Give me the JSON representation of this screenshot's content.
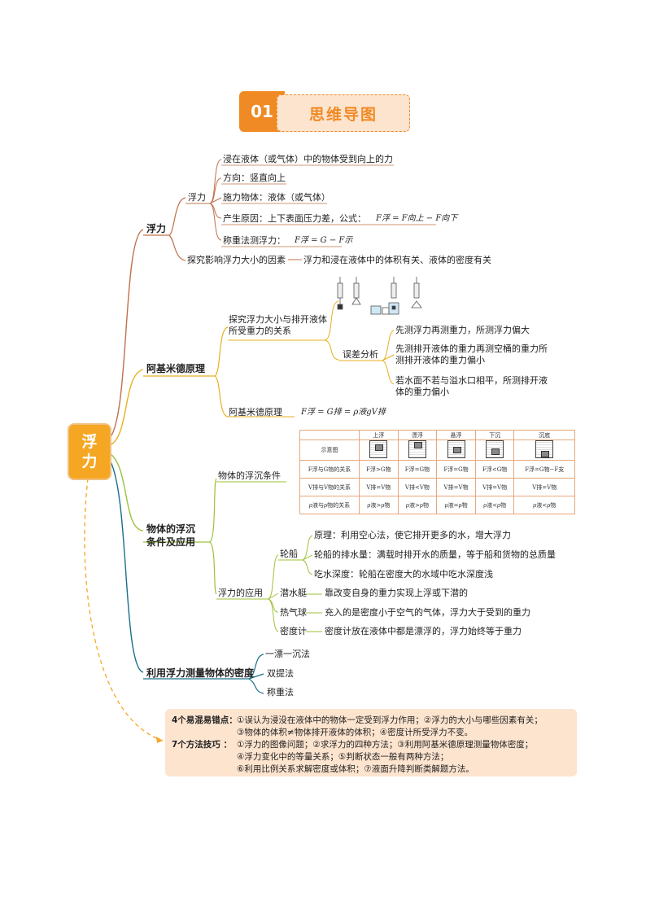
{
  "header": {
    "number": "01",
    "title": "思维导图"
  },
  "root": {
    "line1": "浮",
    "line2": "力"
  },
  "branch1": {
    "label": "浮力",
    "sub_label": "浮力",
    "items": [
      "浸在液体（或气体）中的物体受到向上的力",
      "方向：竖直向上",
      "施力物体：液体（或气体）",
      "产生原因：上下表面压力差，公式：",
      "称重法测浮力："
    ],
    "formula_cause": "F浮 = F向上 − F向下",
    "formula_weigh": "F浮 = G − F示",
    "explore_label": "探究影响浮力大小的因素",
    "explore_result": "浮力和浸在液体中的体积有关、液体的密度有关"
  },
  "branch2": {
    "label": "阿基米德原理",
    "explore_label": "探究浮力大小与排开液体所受重力的关系",
    "error_label": "误差分析",
    "errors": [
      "先测浮力再测重力，所测浮力偏大",
      "先测排开液体的重力再测空桶的重力所测排开液体的重力偏小",
      "若水面不若与溢水口相平，所测排开液体的重力偏小"
    ],
    "principle_label": "阿基米德原理",
    "principle_formula": "F浮 = G排 = ρ液gV排"
  },
  "branch3": {
    "label_line1": "物体的浮沉",
    "label_line2": "条件及应用",
    "condition_label": "物体的浮沉条件",
    "table": {
      "headers": [
        "",
        "上浮",
        "漂浮",
        "悬浮",
        "下沉",
        "沉底"
      ],
      "row_labels": [
        "示意图",
        "F浮与G物的关系",
        "V排与V物的关系",
        "ρ液与ρ物的关系"
      ],
      "force": [
        "F浮>G物",
        "F浮=G物",
        "F浮=G物",
        "F浮<G物",
        "F浮=G物−F支"
      ],
      "volume": [
        "V排=V物",
        "V排<V物",
        "V排=V物",
        "V排=V物",
        "V排=V物"
      ],
      "density": [
        "ρ液>ρ物",
        "ρ液>ρ物",
        "ρ液=ρ物",
        "ρ液<ρ物",
        "ρ液<ρ物"
      ]
    },
    "apply_label": "浮力的应用",
    "ship_label": "轮船",
    "ship_items": [
      "原理：利用空心法，使它排开更多的水，增大浮力",
      "轮船的排水量：满载时排开水的质量，等于船和货物的总质量",
      "吃水深度：轮船在密度大的水域中吃水深度浅"
    ],
    "submarine_label": "潜水艇",
    "submarine_text": "靠改变自身的重力实现上浮或下潜的",
    "balloon_label": "热气球",
    "balloon_text": "充入的是密度小于空气的气体，浮力大于受到的重力",
    "hydrometer_label": "密度计",
    "hydrometer_text": "密度计放在液体中都是漂浮的，浮力始终等于重力"
  },
  "branch4": {
    "label": "利用浮力测量物体的密度",
    "methods": [
      "一漂一沉法",
      "双提法",
      "称重法"
    ]
  },
  "summary": {
    "errors_head": "4个易混易错点：",
    "errors_lines": [
      "①误认为浸没在液体中的物体一定受到浮力作用；②浮力的大小与哪些因素有关；",
      "③物体的体积≠物体排开液体的体积；④密度计所受浮力不变。"
    ],
    "methods_head": "7个方法技巧 ：",
    "methods_lines": [
      "①浮力的图像问题；②求浮力的四种方法；③利用阿基米德原理测量物体密度；",
      "④浮力变化中的等量关系；⑤判断状态一般有两种方法；",
      "⑥利用比例关系求解密度或体积；⑦液面升降判断类解题方法。"
    ]
  },
  "colors": {
    "accent": "#f08a24",
    "branch_brown": "#c0704a",
    "branch_green": "#9ec23a",
    "branch_yellow": "#e8b020",
    "branch_teal": "#1a6e8a",
    "summary_bg": "#fde4cf"
  }
}
